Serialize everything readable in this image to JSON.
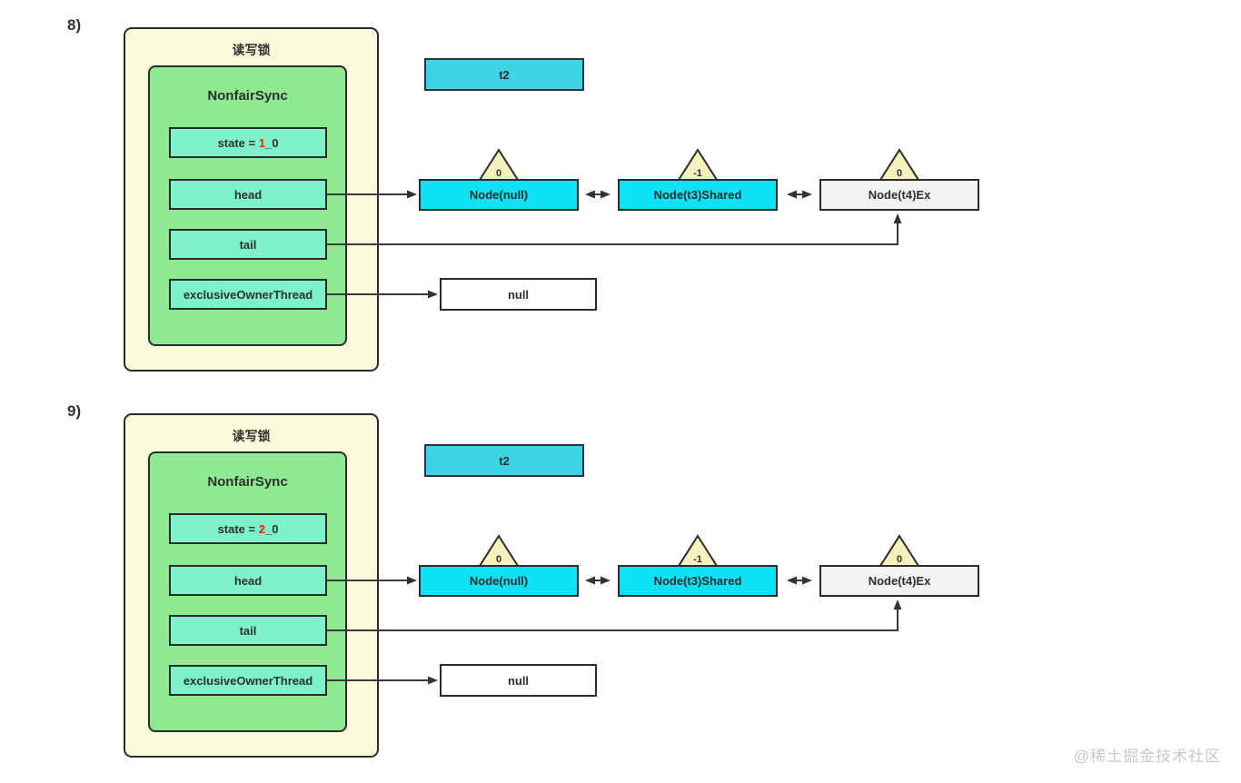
{
  "watermark": "@稀土掘金技术社区",
  "colors": {
    "outer_box": "#fbfadd",
    "sync_box": "#8ee991",
    "field_box": "#7ef3ca",
    "node_cyan": "#0ee1f4",
    "node_gray": "#f2f2f2",
    "thread_box": "#3dd4e6",
    "triangle": "#f6f1bd",
    "border": "#2b2b2b",
    "state_digit_red": "#ed2315"
  },
  "diagrams": [
    {
      "index_label": "8)",
      "container_title": "读写锁",
      "sync_title": "NonfairSync",
      "state_prefix": "state = ",
      "state_value": "1",
      "state_suffix": "_0",
      "fields": {
        "head": "head",
        "tail": "tail",
        "eot": "exclusiveOwnerThread"
      },
      "thread_label": "t2",
      "nodes": [
        {
          "label": "Node(null)",
          "wait_status": "0"
        },
        {
          "label": "Node(t3)Shared",
          "wait_status": "-1"
        },
        {
          "label": "Node(t4)Ex",
          "wait_status": "0"
        }
      ],
      "null_label": "null"
    },
    {
      "index_label": "9)",
      "container_title": "读写锁",
      "sync_title": "NonfairSync",
      "state_prefix": "state = ",
      "state_value": "2",
      "state_suffix": "_0",
      "fields": {
        "head": "head",
        "tail": "tail",
        "eot": "exclusiveOwnerThread"
      },
      "thread_label": "t2",
      "nodes": [
        {
          "label": "Node(null)",
          "wait_status": "0"
        },
        {
          "label": "Node(t3)Shared",
          "wait_status": "-1"
        },
        {
          "label": "Node(t4)Ex",
          "wait_status": "0"
        }
      ],
      "null_label": "null"
    }
  ]
}
